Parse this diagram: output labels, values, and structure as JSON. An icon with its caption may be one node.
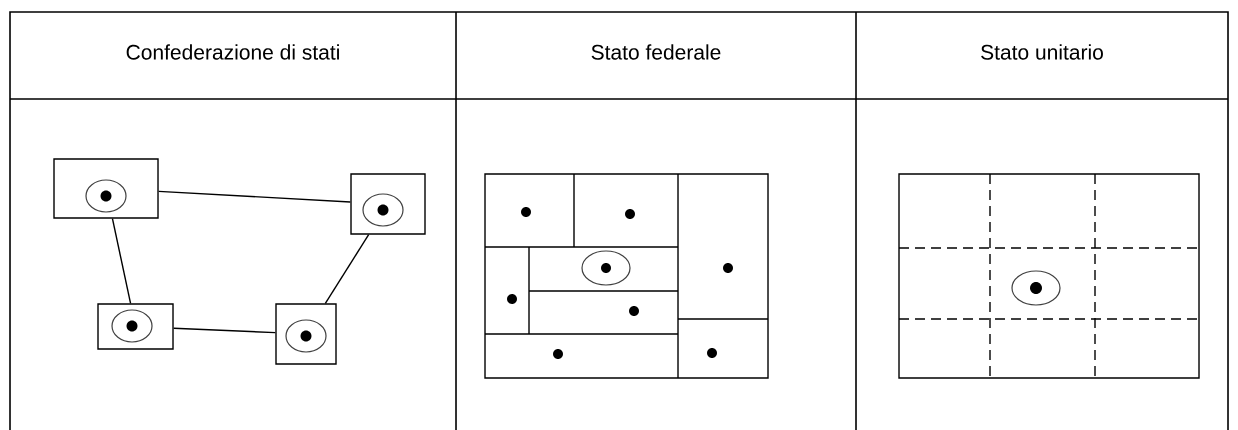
{
  "diagram": {
    "nodes": [
      {
        "text": [],
        "shape": "box"
      },
      {
        "text": [],
        "shape": "box"
      },
      {
        "text": [],
        "shape": "box"
      },
      {
        "text": [],
        "shape": "box"
      }
    ],
    "edges": [
      {
        "from": 0,
        "to": 1,
        "arrow": "none"
      },
      {
        "from": 0,
        "to": 2,
        "arrow": "none"
      },
      {
        "from": 2,
        "to": 3,
        "arrow": "none"
      },
      {
        "from": 3,
        "to": 1,
        "arrow": "none"
      }
    ],
    "labels": [
      "Confederazione di stati",
      "Stato federale",
      "Stato unitario"
    ]
  }
}
